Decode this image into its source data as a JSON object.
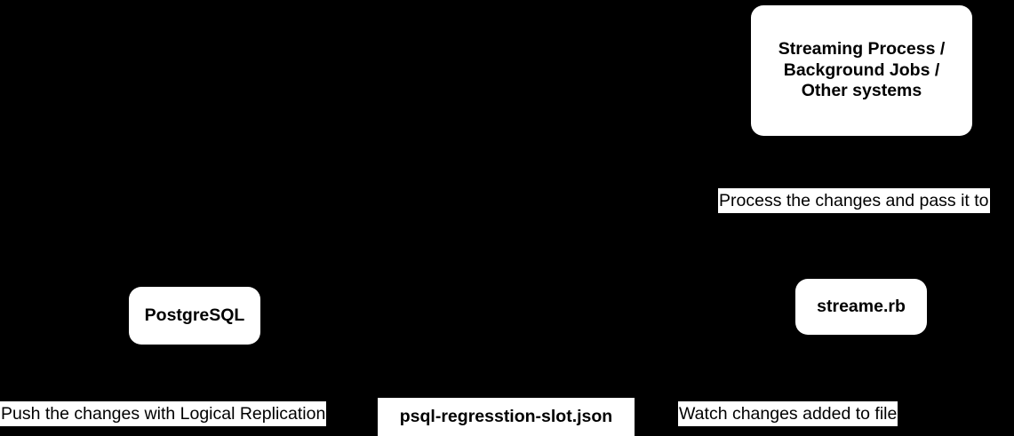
{
  "diagram": {
    "type": "flowchart",
    "background_color": "#000000",
    "node_fill_color": "#ffffff",
    "text_color": "#000000",
    "nodes": [
      {
        "id": "streaming-process",
        "label": "Streaming Process /\nBackground Jobs /\nOther systems",
        "shape": "rounded-rectangle"
      },
      {
        "id": "postgresql",
        "label": "PostgreSQL",
        "shape": "rounded-rectangle"
      },
      {
        "id": "streame-rb",
        "label": "streame.rb",
        "shape": "rounded-rectangle"
      },
      {
        "id": "slot-file",
        "label": "psql-regresstion-slot.json",
        "shape": "rectangle"
      }
    ],
    "edge_labels": [
      {
        "id": "process-pass",
        "text": "Process the changes and pass it to"
      },
      {
        "id": "push-changes",
        "text": "Push the changes with Logical Replication"
      },
      {
        "id": "watch-changes",
        "text": "Watch changes added to file"
      }
    ]
  }
}
